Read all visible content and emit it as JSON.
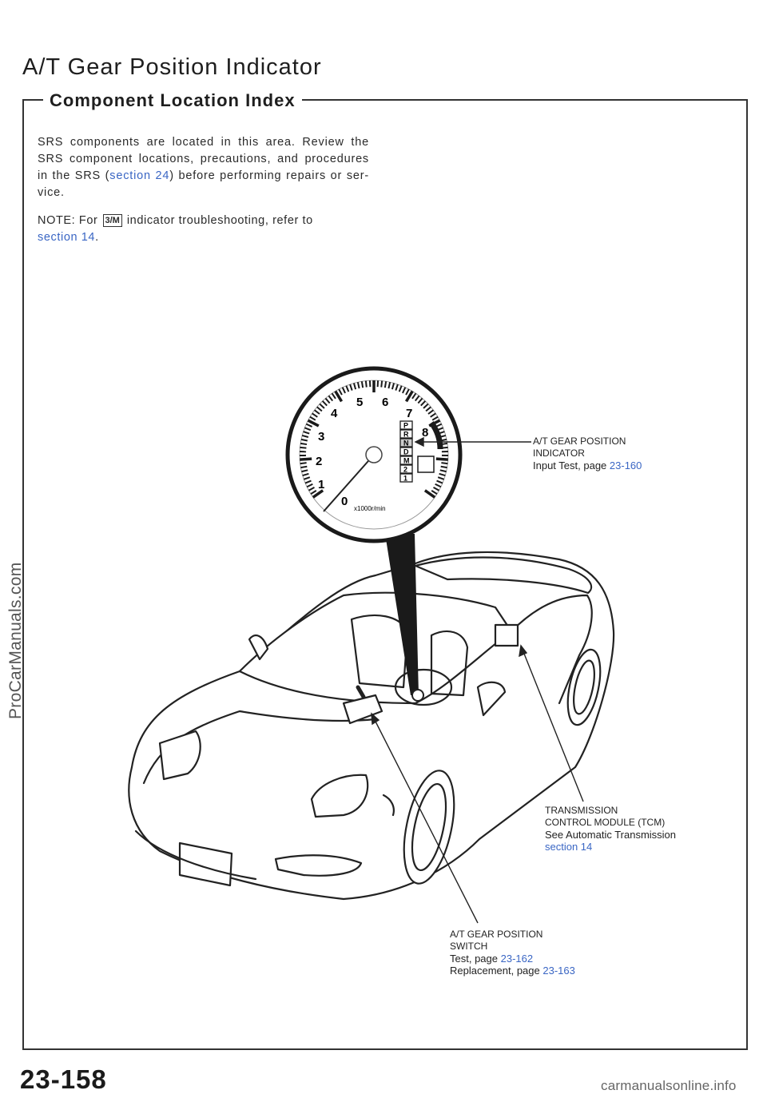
{
  "header": {
    "title": "A/T Gear Position Indicator",
    "subtitle": "Component Location Index"
  },
  "intro": {
    "text_before": "SRS components are located in this area. Review the SRS component locations, precautions, and procedures in the SRS (",
    "link": "section 24",
    "text_after": ") before performing repairs or ser-vice."
  },
  "note": {
    "prefix": "NOTE: For",
    "badge": "3/M",
    "suffix": "indicator troubleshooting, refer to",
    "link": "section 14",
    "end": "."
  },
  "gauge": {
    "numbers": [
      "0",
      "1",
      "2",
      "3",
      "4",
      "5",
      "6",
      "7",
      "8"
    ],
    "gears": [
      "P",
      "R",
      "N",
      "D",
      "M",
      "2",
      "1"
    ],
    "unit": "x1000r/min"
  },
  "callouts": {
    "indicator": {
      "line1": "A/T GEAR POSITION",
      "line2": "INDICATOR",
      "test_label": "Input Test, page",
      "test_link": "23-160"
    },
    "tcm": {
      "line1": "TRANSMISSION",
      "line2": "CONTROL MODULE (TCM)",
      "see_label": "See Automatic Transmission",
      "see_link": "section 14"
    },
    "switch": {
      "line1": "A/T GEAR POSITION",
      "line2": "SWITCH",
      "test_label": "Test, page",
      "test_link": "23-162",
      "replace_label": "Replacement, page",
      "replace_link": "23-163"
    }
  },
  "footer": {
    "page_number": "23-158",
    "watermark_left": "ProCarManuals.com",
    "watermark_right": "carmanualsonline.info"
  },
  "colors": {
    "link": "#3a66c4",
    "text": "#222222"
  }
}
